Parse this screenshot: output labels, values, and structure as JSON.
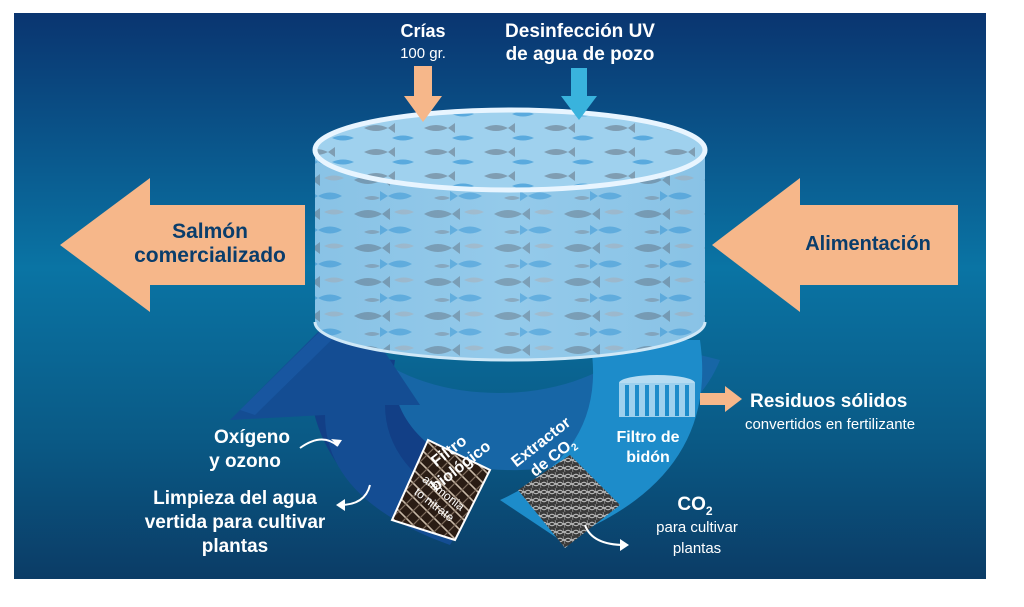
{
  "colors": {
    "bg_top": "#0a3570",
    "bg_mid": "#0a6f9e",
    "bg_bottom": "#0a3f6a",
    "arrow_orange": "#f6b78a",
    "arrow_cyan": "#39b3dd",
    "loop_dark": "#123f86",
    "loop_mid": "#1766a6",
    "loop_light": "#1c8cc9",
    "water": "#8fc8ea",
    "fish_dark": "#6f8ea4",
    "fish_light": "#5aa9dc"
  },
  "top_inputs": {
    "crias_title": "Crías",
    "crias_sub": "100 gr.",
    "uv_line1": "Desinfección UV",
    "uv_line2": "de agua de pozo"
  },
  "left_arrow": {
    "line1": "Salmón",
    "line2": "comercializado"
  },
  "right_arrow": {
    "label": "Alimentación"
  },
  "residuos": {
    "title": "Residuos sólidos",
    "sub": "convertidos en fertilizante"
  },
  "oxigeno": {
    "line1": "Oxígeno",
    "line2": "y ozono"
  },
  "limpieza": {
    "line1": "Limpieza del agua",
    "line2": "vertida para cultivar",
    "line3": "plantas"
  },
  "filtro_biologico": {
    "line1": "Filtro",
    "line2": "biológico",
    "box_line1": "ammonia",
    "box_line2": "to nitrate"
  },
  "extractor": {
    "line1": "Extractor",
    "line2_main": "de CO",
    "line2_sub": "2"
  },
  "filtro_bidon": {
    "line1": "Filtro de",
    "line2": "bidón"
  },
  "co2": {
    "main": "CO",
    "sub": "2",
    "line2": "para cultivar",
    "line3": "plantas"
  }
}
